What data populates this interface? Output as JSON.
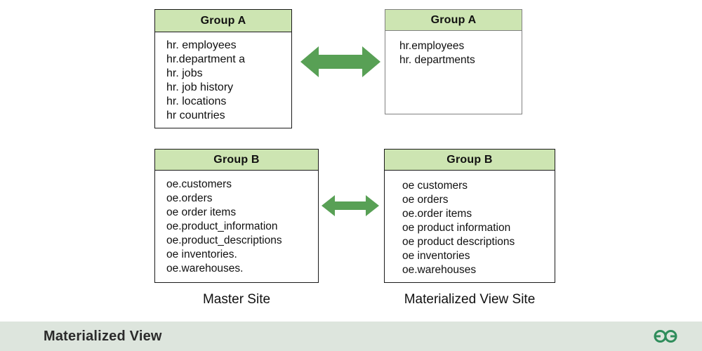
{
  "diagram": {
    "title": "Materialized View",
    "colors": {
      "header_green": "#cde5b2",
      "arrow_green": "#58a055",
      "footer_bar": "#dde5dd",
      "logo_green": "#2f8d5b",
      "dark_border": "#1a1a1a",
      "gray_border": "#808080"
    },
    "groups": [
      {
        "id": "group-a-master",
        "header": "Group A",
        "side": "master",
        "items": [
          "hr. employees",
          "hr.department a",
          "hr. jobs",
          "hr. job history",
          "hr. locations",
          "hr countries"
        ]
      },
      {
        "id": "group-a-mv",
        "header": "Group A",
        "side": "materialized-view",
        "items": [
          "hr.employees",
          "hr. departments"
        ]
      },
      {
        "id": "group-b-master",
        "header": "Group B",
        "side": "master",
        "items": [
          "oe.customers",
          "oe.orders",
          "oe order items",
          "oe.product_information",
          "oe.product_descriptions",
          "oe inventories.",
          "oe.warehouses."
        ]
      },
      {
        "id": "group-b-mv",
        "header": "Group B",
        "side": "materialized-view",
        "items": [
          "oe customers",
          "oe orders",
          "oe.order items",
          "oe product information",
          "oe product descriptions",
          "oe inventories",
          "oe.warehouses"
        ]
      }
    ],
    "connectors": [
      {
        "id": "connector-group-a",
        "icon": "double-headed-arrow",
        "direction": "bidirectional"
      },
      {
        "id": "connector-group-b",
        "icon": "double-headed-arrow",
        "direction": "bidirectional"
      }
    ],
    "captions": {
      "master": "Master Site",
      "materialized_view": "Materialized View Site"
    },
    "footer": {
      "title": "Materialized View",
      "logo": "geeksforgeeks-logo"
    }
  }
}
